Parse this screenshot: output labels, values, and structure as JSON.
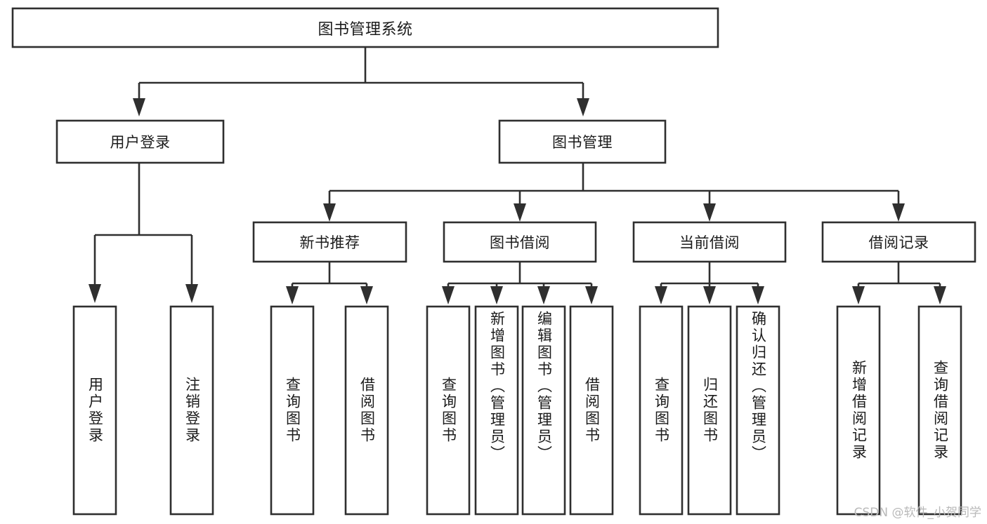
{
  "diagram": {
    "type": "tree-hierarchy-chart",
    "title": "图书管理系统",
    "watermark": "CSDN @软件_小贺同学",
    "colors": {
      "stroke": "#2f2f2f",
      "fill": "#ffffff",
      "text": "#1b1b1b",
      "watermark": "#b9b9b9"
    },
    "levels": {
      "level1": [
        {
          "id": "root",
          "label": "图书管理系统"
        }
      ],
      "level2": [
        {
          "id": "user-login",
          "label": "用户登录",
          "parent": "root"
        },
        {
          "id": "book-management",
          "label": "图书管理",
          "parent": "root"
        }
      ],
      "level3": [
        {
          "id": "new-book-recommend",
          "label": "新书推荐",
          "parent": "book-management"
        },
        {
          "id": "book-borrow",
          "label": "图书借阅",
          "parent": "book-management"
        },
        {
          "id": "current-borrow",
          "label": "当前借阅",
          "parent": "book-management"
        },
        {
          "id": "borrow-record",
          "label": "借阅记录",
          "parent": "book-management"
        }
      ],
      "level4": [
        {
          "id": "leaf-user-login",
          "label": "用户登录",
          "parent": "user-login"
        },
        {
          "id": "leaf-logout-login",
          "label": "注销登录",
          "parent": "user-login"
        },
        {
          "id": "leaf-query-book-1",
          "label": "查询图书",
          "parent": "new-book-recommend"
        },
        {
          "id": "leaf-borrow-book-1",
          "label": "借阅图书",
          "parent": "new-book-recommend"
        },
        {
          "id": "leaf-query-book-2",
          "label": "查询图书",
          "parent": "book-borrow"
        },
        {
          "id": "leaf-add-book",
          "label": "新增图书（管理员）",
          "parent": "book-borrow"
        },
        {
          "id": "leaf-edit-book",
          "label": "编辑图书（管理员）",
          "parent": "book-borrow"
        },
        {
          "id": "leaf-borrow-book-2",
          "label": "借阅图书",
          "parent": "book-borrow"
        },
        {
          "id": "leaf-query-book-3",
          "label": "查询图书",
          "parent": "current-borrow"
        },
        {
          "id": "leaf-return-book",
          "label": "归还图书",
          "parent": "current-borrow"
        },
        {
          "id": "leaf-confirm-return",
          "label": "确认归还（管理员）",
          "parent": "current-borrow"
        },
        {
          "id": "leaf-add-record",
          "label": "新增借阅记录",
          "parent": "borrow-record"
        },
        {
          "id": "leaf-query-record",
          "label": "查询借阅记录",
          "parent": "borrow-record"
        }
      ]
    }
  }
}
